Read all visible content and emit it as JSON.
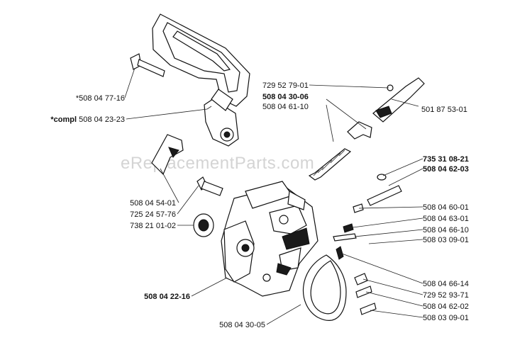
{
  "watermark": "eReplacementParts.com",
  "callouts": [
    {
      "id": "c1",
      "prefix": "*",
      "number": "508 04 77-16",
      "bold": false
    },
    {
      "id": "c2",
      "prefix": "*compl",
      "number": "508 04 23-23",
      "bold": false
    },
    {
      "id": "c3",
      "prefix": "",
      "number": "729 52 79-01",
      "bold": false
    },
    {
      "id": "c4",
      "prefix": "",
      "number": "508 04 30-06",
      "bold": true
    },
    {
      "id": "c5",
      "prefix": "",
      "number": "508 04 61-10",
      "bold": false
    },
    {
      "id": "c6",
      "prefix": "",
      "number": "501 87 53-01",
      "bold": false
    },
    {
      "id": "c7",
      "prefix": "",
      "number": "735 31 08-21",
      "bold": true
    },
    {
      "id": "c8",
      "prefix": "",
      "number": "508 04 62-03",
      "bold": true
    },
    {
      "id": "c9",
      "prefix": "",
      "number": "508 04 54-01",
      "bold": false
    },
    {
      "id": "c10",
      "prefix": "",
      "number": "725 24 57-76",
      "bold": false
    },
    {
      "id": "c11",
      "prefix": "",
      "number": "738 21 01-02",
      "bold": false
    },
    {
      "id": "c12",
      "prefix": "",
      "number": "508 04 60-01",
      "bold": false
    },
    {
      "id": "c13",
      "prefix": "",
      "number": "508 04 63-01",
      "bold": false
    },
    {
      "id": "c14",
      "prefix": "",
      "number": "508 04 66-10",
      "bold": false
    },
    {
      "id": "c15",
      "prefix": "",
      "number": "508 03 09-01",
      "bold": false
    },
    {
      "id": "c16",
      "prefix": "",
      "number": "508 04 22-16",
      "bold": true
    },
    {
      "id": "c17",
      "prefix": "",
      "number": "508 04 66-14",
      "bold": false
    },
    {
      "id": "c18",
      "prefix": "",
      "number": "729 52 93-71",
      "bold": false
    },
    {
      "id": "c19",
      "prefix": "",
      "number": "508 04 62-02",
      "bold": false
    },
    {
      "id": "c20",
      "prefix": "",
      "number": "508 03 09-01",
      "bold": false
    },
    {
      "id": "c21",
      "prefix": "",
      "number": "508 04 30-05",
      "bold": false
    }
  ]
}
